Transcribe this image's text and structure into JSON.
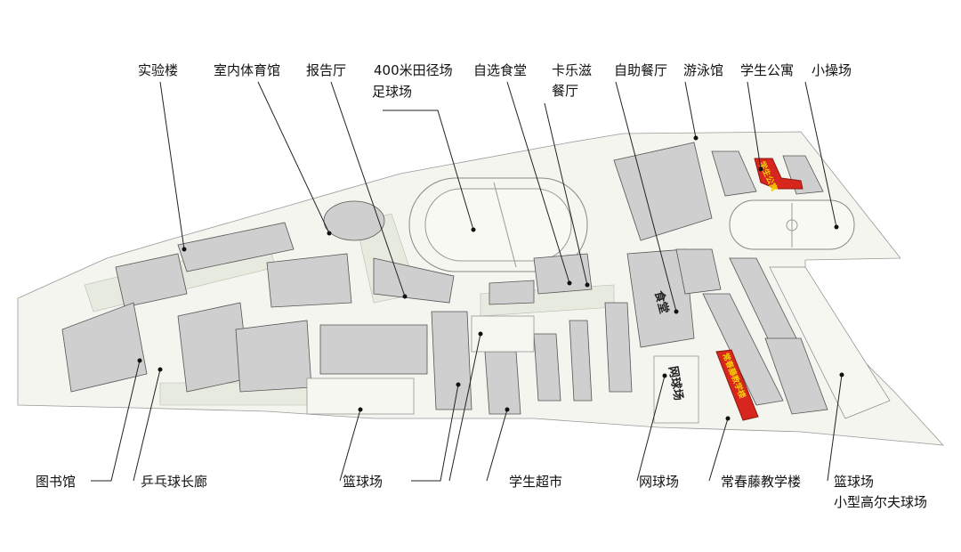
{
  "map": {
    "labels_top": {
      "lab": "实验楼",
      "indoor_gym": "室内体育馆",
      "lecture_hall": "报告厅",
      "track": "400米田径场",
      "football": "足球场",
      "canteen_select": "自选食堂",
      "kalezi_1": "卡乐滋",
      "kalezi_2": "餐厅",
      "buffet": "自助餐厅",
      "pool": "游泳馆",
      "dorm": "学生公寓",
      "small_field": "小操场"
    },
    "labels_bottom": {
      "library": "图书馆",
      "pingpong": "乒乓球长廊",
      "basketball_mid": "篮球场",
      "supermarket": "学生超市",
      "tennis": "网球场",
      "ivy": "常春藤教学楼",
      "basketball_right": "篮球场",
      "minigolf": "小型高尔夫球场"
    },
    "in_map": {
      "tennis": "网球场",
      "canteen": "食堂",
      "ivy_building": "常春藤教学楼",
      "dorm_building": "学生公寓"
    },
    "colors": {
      "highlight": "#d7261e",
      "highlight_text": "#f5d000"
    }
  }
}
